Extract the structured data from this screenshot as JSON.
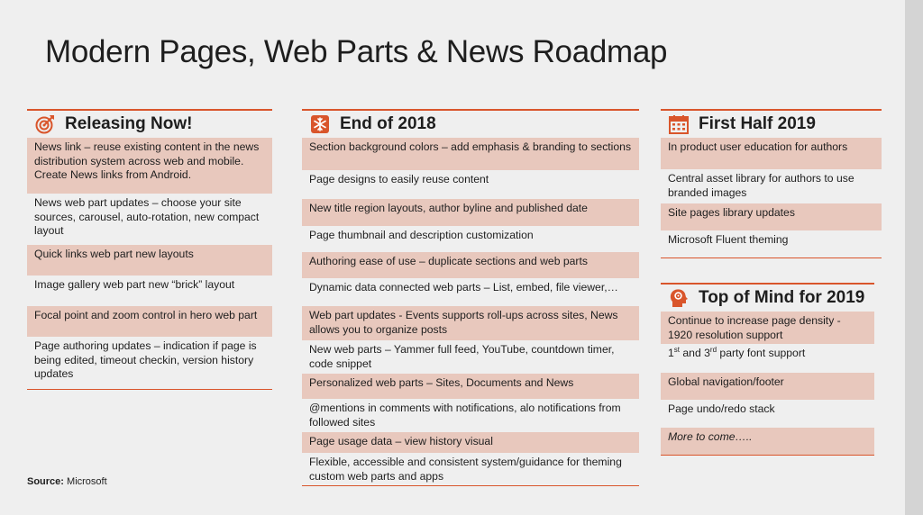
{
  "title": "Modern Pages, Web Parts & News Roadmap",
  "source": {
    "label": "Source:",
    "value": "Microsoft"
  },
  "columns": {
    "releasing": {
      "heading": "Releasing Now!",
      "icon": "target-icon",
      "items": [
        "News link – reuse existing content in the news distribution system across web and mobile. Create News links from Android.",
        "News web part updates – choose your site sources, carousel, auto-rotation, new compact layout",
        "Quick links web part new layouts",
        "Image gallery web part new “brick” layout",
        "Focal point and zoom control in hero web part",
        "Page authoring updates – indication if page is being edited, timeout checkin, version history updates"
      ]
    },
    "end2018": {
      "heading": "End of 2018",
      "icon": "snowflake-icon",
      "items": [
        "Section background colors – add emphasis & branding to sections",
        "Page designs to easily reuse content",
        "New title region layouts, author byline and published date",
        "Page thumbnail and description customization",
        "Authoring ease of use – duplicate sections and web parts",
        "Dynamic data connected web parts – List, embed, file viewer,…",
        "Web part updates - Events supports roll-ups across sites, News allows you to organize posts",
        "New web parts – Yammer full feed, YouTube, countdown timer, code snippet",
        "Personalized web parts – Sites, Documents and News",
        "@mentions in comments with notifications, alo notifications from followed sites",
        "Page usage data – view history visual",
        "Flexible, accessible and consistent system/guidance for theming custom web parts and apps"
      ]
    },
    "firstHalf": {
      "heading": "First Half 2019",
      "icon": "calendar-icon",
      "items": [
        "In product user education for authors",
        "Central asset library for authors to use branded images",
        "Site pages library updates",
        "Microsoft Fluent theming"
      ]
    },
    "topOfMind": {
      "heading": "Top of Mind for 2019",
      "icon": "head-gear-icon",
      "items": [
        "Continue to increase page density - 1920 resolution support",
        {
          "a": "1",
          "a_sup": "st",
          "b": " and 3",
          "b_sup": "rd",
          "c": " party font support"
        },
        "Global navigation/footer",
        "Page undo/redo stack",
        "More to come….."
      ]
    }
  },
  "colors": {
    "accent": "#d9552b",
    "shade": "#e8c8bd",
    "text": "#1e1e1e"
  }
}
